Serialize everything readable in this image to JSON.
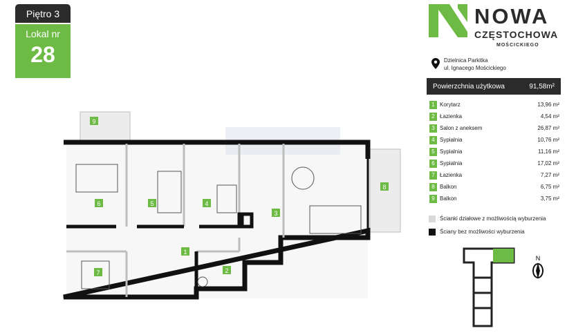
{
  "floor": {
    "label": "Piętro 3"
  },
  "unit": {
    "label": "Lokal nr",
    "number": "28"
  },
  "brand": {
    "line1": "NOWA",
    "line2": "CZĘSTOCHOWA",
    "line3": "MOŚCICKIEGO",
    "accent": "#6dbb45"
  },
  "address": {
    "district": "Dzielnica Parkitka",
    "street": "ul. Ignacego Mościckiego",
    "icon": "location-pin-icon"
  },
  "area_summary": {
    "label": "Powierzchnia użytkowa",
    "value": "91,58m²"
  },
  "rooms": [
    {
      "num": "1",
      "name": "Korytarz",
      "area": "13,96 m²"
    },
    {
      "num": "2",
      "name": "Łazienka",
      "area": "4,54 m²"
    },
    {
      "num": "3",
      "name": "Salon z aneksem",
      "area": "26,87 m²"
    },
    {
      "num": "4",
      "name": "Sypialnia",
      "area": "10,76 m²"
    },
    {
      "num": "5",
      "name": "Sypialnia",
      "area": "11,16 m²"
    },
    {
      "num": "6",
      "name": "Sypialnia",
      "area": "17,02 m²"
    },
    {
      "num": "7",
      "name": "Łazienka",
      "area": "7,27 m²"
    },
    {
      "num": "8",
      "name": "Balkon",
      "area": "6,75 m²"
    },
    {
      "num": "9",
      "name": "Balkon",
      "area": "3,75 m²"
    }
  ],
  "legend": [
    {
      "label": "Ścianki działowe z możliwością wyburzenia",
      "color": "#d9d9d9"
    },
    {
      "label": "Ściany bez możliwości wyburzenia",
      "color": "#111111"
    }
  ],
  "plan_labels": {
    "r1": "1",
    "r2": "2",
    "r3": "3",
    "r4": "4",
    "r5": "5",
    "r6": "6",
    "r7": "7",
    "r8": "8",
    "r9": "9"
  }
}
